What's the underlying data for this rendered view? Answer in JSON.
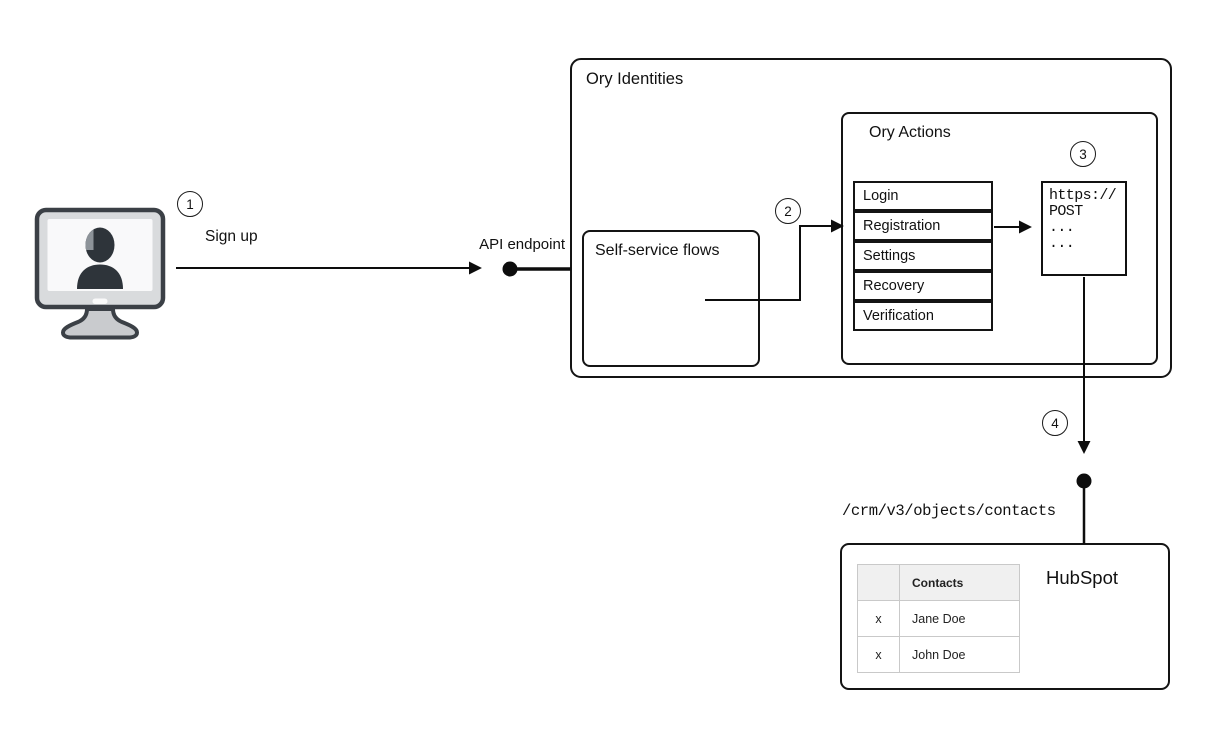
{
  "colors": {
    "line": "#0d0d0d",
    "box_border": "#141414",
    "table_border": "#c9c9c9",
    "table_header_bg": "#f0f0f0",
    "monitor_body": "#d9dbdd",
    "monitor_outline": "#3b4046",
    "monitor_silhouette": "#2e343a"
  },
  "badges": [
    "1",
    "2",
    "3",
    "4"
  ],
  "client": {
    "icon": "user-computer-icon",
    "signup_label": "Sign up"
  },
  "api_endpoint": {
    "label": "API endpoint"
  },
  "ory_identities": {
    "title": "Ory Identities",
    "self_service_flows": {
      "title": "Self-service flows"
    },
    "ory_actions": {
      "title": "Ory Actions",
      "flows": [
        "Login",
        "Registration",
        "Settings",
        "Recovery",
        "Verification"
      ],
      "webhook_code": [
        "https://",
        "POST",
        "...",
        "..."
      ]
    }
  },
  "hubspot": {
    "title": "HubSpot",
    "endpoint_path": "/crm/v3/objects/contacts",
    "contacts_table": {
      "headers": [
        "",
        "Contacts"
      ],
      "rows": [
        [
          "x",
          "Jane Doe"
        ],
        [
          "x",
          "John Doe"
        ]
      ]
    }
  }
}
